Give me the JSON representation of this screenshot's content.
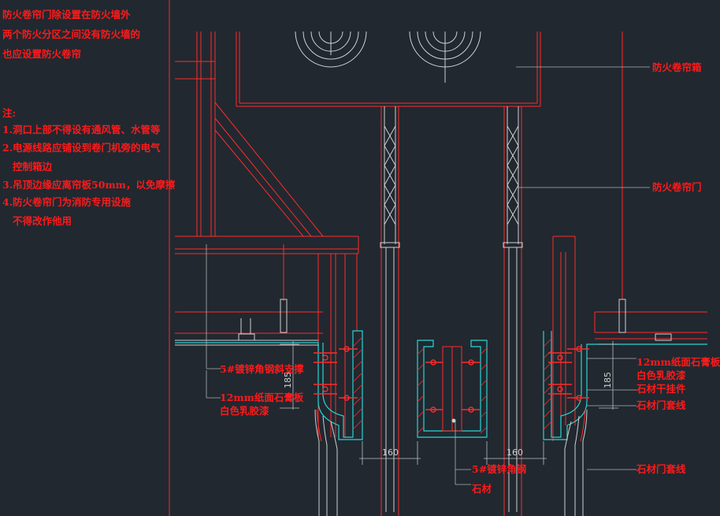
{
  "notes": {
    "intro": [
      "防火卷帘门除设置在防火墙外",
      "两个防火分区之间没有防火墙的",
      "也应设置防火卷帘"
    ],
    "heading": "注:",
    "items": [
      "1.洞口上部不得设有通风管、水管等",
      "2.电源线路应铺设到卷门机旁的电气",
      "控制箱边",
      "3.吊顶边缘应离帘板50mm，以免摩擦",
      "4.防火卷帘门为消防专用设施",
      "不得改作他用"
    ]
  },
  "labels": {
    "roller_box": "防火卷帘箱",
    "roller_door": "防火卷帘门",
    "left_brace": "5#镀锌角钢斜支撑",
    "left_gypsum_1": "12mm纸面石膏板",
    "left_gypsum_2": "白色乳胶漆",
    "right_gypsum_1": "12mm纸面石膏板",
    "right_gypsum_2": "白色乳胶漆",
    "right_hanger": "石材干挂件",
    "right_trim": "石材门套线",
    "right_trim_lower": "石材门套线",
    "bottom_angle": "5#镀锌角钢",
    "bottom_stone": "石材"
  },
  "dimensions": {
    "left_width": "160",
    "right_width": "160",
    "left_height": "185",
    "right_height": "185"
  },
  "colors": {
    "background": "#212830",
    "annotation": "#ff1a1a",
    "structure": "#ff2a2a",
    "leader": "#b0b0b0",
    "cyan": "#2ad4d4"
  }
}
